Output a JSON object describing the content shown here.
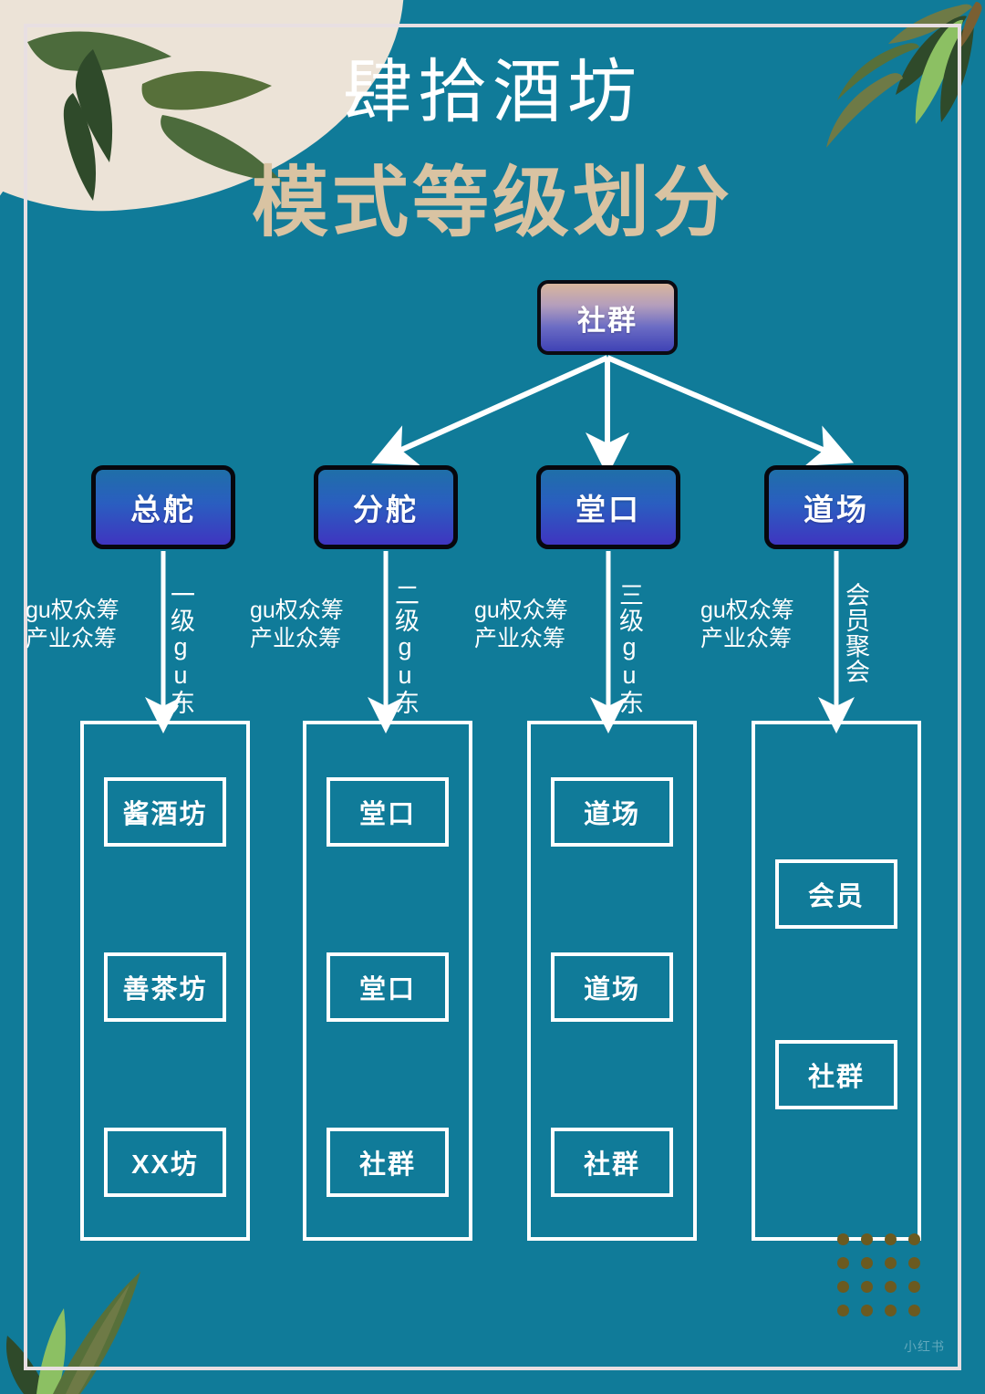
{
  "poster": {
    "background_color": "#107b99",
    "frame_color": "#e8dfe2",
    "title": "肆拾酒坊",
    "title_color": "#ffffff",
    "subtitle": "模式等级划分",
    "subtitle_color": "#d9c3a2",
    "watermark": "小红书"
  },
  "diagram": {
    "root": {
      "label": "社群",
      "gradient_top": "#d9b69c",
      "gradient_bottom": "#3f42b5",
      "border_color": "#0b0b12"
    },
    "level2": [
      {
        "label": "总舵"
      },
      {
        "label": "分舵"
      },
      {
        "label": "堂口"
      },
      {
        "label": "道场"
      }
    ],
    "level2_gradient_top": "#1f6fa8",
    "level2_gradient_bottom": "#3f35c0",
    "branch_labels": [
      {
        "left": "gu权众筹\n产业众筹",
        "left_line1": "gu权众筹",
        "left_line2": "产业众筹",
        "vertical": "一级gu东"
      },
      {
        "left_line1": "gu权众筹",
        "left_line2": "产业众筹",
        "vertical": "二级gu东"
      },
      {
        "left_line1": "gu权众筹",
        "left_line2": "产业众筹",
        "vertical": "三级gu东"
      },
      {
        "left_line1": "gu权众筹",
        "left_line2": "产业众筹",
        "vertical": "会员聚会"
      }
    ],
    "columns": [
      {
        "cells": [
          "酱酒坊",
          "善茶坊",
          "XX坊"
        ]
      },
      {
        "cells": [
          "堂口",
          "堂口",
          "社群"
        ]
      },
      {
        "cells": [
          "道场",
          "道场",
          "社群"
        ]
      },
      {
        "cells": [
          "会员",
          "社群"
        ]
      }
    ],
    "connector_color": "#ffffff",
    "box_border_color": "#ffffff"
  },
  "decor": {
    "blob_color": "#ece3d7",
    "leaf_colors": [
      "#4c6b3c",
      "#2f4a2a",
      "#6e7a46",
      "#8cc063",
      "#57703a"
    ],
    "dot_color": "#6b5a20",
    "dot_rows": 4,
    "dot_cols": 4
  }
}
